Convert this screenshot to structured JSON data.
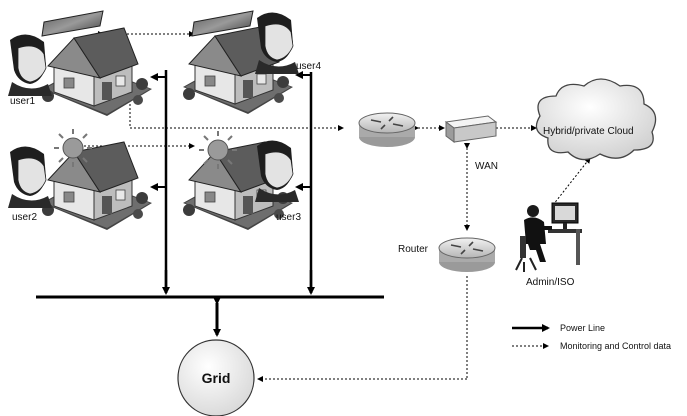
{
  "labels": {
    "user1": "user1",
    "user2": "user2",
    "user3": "user3",
    "user4": "user4",
    "wan": "WAN",
    "cloud": "Hybrid/private Cloud",
    "router": "Router",
    "admin": "Admin/ISO",
    "grid": "Grid"
  },
  "legend": {
    "power_line": "Power Line",
    "monitoring": "Monitoring and Control data"
  },
  "icons": {
    "houses": [
      "house-icon",
      "house-icon",
      "house-icon",
      "house-icon"
    ],
    "solar_panels": [
      "solar-panel-icon",
      "solar-panel-icon"
    ],
    "suns": [
      "sun-icon",
      "sun-icon"
    ],
    "users": [
      "user-head-icon",
      "user-head-icon",
      "user-head-icon",
      "user-head-icon"
    ],
    "routers": [
      "router-icon",
      "router-icon"
    ],
    "switch": "switch-icon",
    "cloud": "cloud-icon",
    "admin": "admin-workstation-icon"
  }
}
